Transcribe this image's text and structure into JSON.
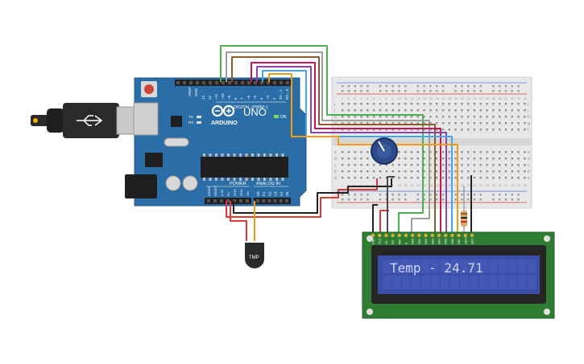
{
  "arduino": {
    "brand": "ARDUINO",
    "model": "UNO",
    "digital_label": "DIGITAL (PWM~)",
    "power_label": "POWER",
    "analog_label": "ANALOG IN",
    "on_label": "ON",
    "tx_label": "TX",
    "rx_label": "RX",
    "aref_label": "AREF",
    "gnd_label": "GND",
    "digital_pins": [
      "13",
      "12",
      "~11",
      "~10",
      "~9",
      "8",
      "7",
      "~6",
      "~5",
      "4",
      "~3",
      "2",
      "TX→1",
      "RX←0"
    ],
    "power_pins": [
      "IOREF",
      "RESET",
      "3.3V",
      "5V",
      "GND",
      "GND",
      "Vin"
    ],
    "analog_pins": [
      "A0",
      "A1",
      "A2",
      "A3",
      "A4",
      "A5"
    ]
  },
  "sensor": {
    "label": "TMP"
  },
  "breadboard": {
    "row_letters_top": [
      "j",
      "i",
      "h",
      "g",
      "f"
    ],
    "row_letters_bottom": [
      "e",
      "d",
      "c",
      "b",
      "a"
    ],
    "column_count": 30
  },
  "lcd": {
    "display_text": "Temp - 24.71",
    "pin_labels": [
      "GND",
      "VCC",
      "V0",
      "RS",
      "RW",
      "E",
      "DB0",
      "DB1",
      "DB2",
      "DB3",
      "DB4",
      "DB5",
      "DB6",
      "DB7",
      "LED+",
      "LED-"
    ]
  },
  "colors": {
    "board_blue": "#2b6da6",
    "breadboard": "#e8e8e8",
    "pcb_green": "#2e7d32",
    "lcd_blue": "#3b4fa8",
    "wire_green": "#4caf50",
    "wire_gray": "#9e9e9e",
    "wire_purple": "#8e44ad",
    "wire_magenta": "#c2185b",
    "wire_brown": "#8d5a2b",
    "wire_blue": "#42a5f5",
    "wire_orange": "#f39c12",
    "wire_red": "#e53935",
    "wire_black": "#222222"
  }
}
